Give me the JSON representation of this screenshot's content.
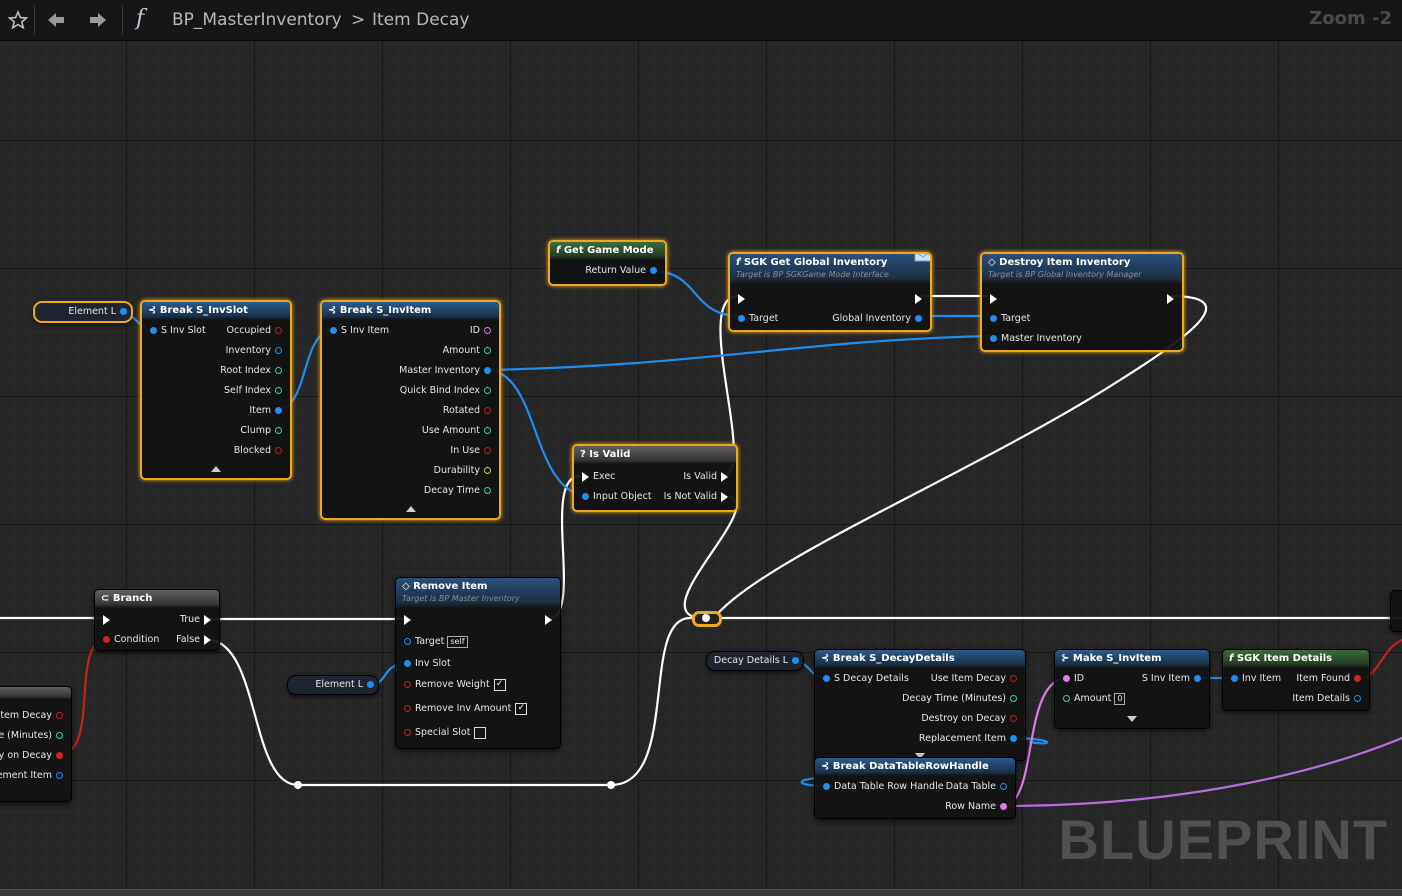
{
  "toolbar": {
    "favorite_icon": "star-icon",
    "back_icon": "arrow-left-icon",
    "forward_icon": "arrow-right-icon",
    "function_glyph": "f",
    "breadcrumb_root": "BP_MasterInventory",
    "breadcrumb_sep": ">",
    "breadcrumb_current": "Item Decay",
    "zoom": "Zoom -2"
  },
  "watermark": "BLUEPRINT",
  "nodes": {
    "element_l_top": {
      "label": "Element L"
    },
    "break_invslot": {
      "title": "Break S_InvSlot",
      "input": "S Inv Slot",
      "outputs": [
        "Occupied",
        "Inventory",
        "Root Index",
        "Self Index",
        "Item",
        "Clump",
        "Blocked"
      ]
    },
    "break_invitem": {
      "title": "Break S_InvItem",
      "input": "S Inv Item",
      "outputs": [
        "ID",
        "Amount",
        "Master Inventory",
        "Quick Bind Index",
        "Rotated",
        "Use Amount",
        "In Use",
        "Durability",
        "Decay Time"
      ]
    },
    "get_game_mode": {
      "title": "Get Game Mode",
      "output": "Return Value"
    },
    "sgk_get_global_inventory": {
      "title": "SGK Get Global Inventory",
      "subtitle": "Target is BP SGKGame Mode Interface",
      "input": "Target",
      "output": "Global Inventory"
    },
    "destroy_item_inventory": {
      "title": "Destroy Item Inventory",
      "subtitle": "Target is BP Global Inventory Manager",
      "inputs": [
        "Target",
        "Master Inventory"
      ]
    },
    "is_valid": {
      "title": "Is Valid",
      "inputs": [
        "Exec",
        "Input Object"
      ],
      "outputs": [
        "Is Valid",
        "Is Not Valid"
      ]
    },
    "branch": {
      "title": "Branch",
      "input": "Condition",
      "outputs": [
        "True",
        "False"
      ]
    },
    "remove_item": {
      "title": "Remove Item",
      "subtitle": "Target is BP Master Inventory",
      "target_label": "Target",
      "target_value": "self",
      "inputs": [
        "Inv Slot",
        "Remove Weight",
        "Remove Inv Amount",
        "Special Slot"
      ],
      "remove_weight_checked": true,
      "remove_inv_amount_checked": true,
      "special_slot_checked": false
    },
    "element_l_bottom": {
      "label": "Element L"
    },
    "left_partial": {
      "outputs": [
        "Item Decay",
        "e (Minutes)",
        "y on Decay",
        "ement Item"
      ]
    },
    "decay_details_l": {
      "label": "Decay Details L"
    },
    "break_decaydetails": {
      "title": "Break S_DecayDetails",
      "input": "S Decay Details",
      "outputs": [
        "Use Item Decay",
        "Decay Time (Minutes)",
        "Destroy on Decay",
        "Replacement Item"
      ]
    },
    "break_datatablerowhandle": {
      "title": "Break DataTableRowHandle",
      "input": "Data Table Row Handle",
      "outputs": [
        "Data Table",
        "Row Name"
      ]
    },
    "make_invitem": {
      "title": "Make S_InvItem",
      "inputs": [
        "ID",
        "Amount"
      ],
      "amount_value": "0",
      "output": "S Inv Item"
    },
    "sgk_item_details": {
      "title": "SGK Item Details",
      "input": "Inv Item",
      "outputs": [
        "Item Found",
        "Item Details"
      ]
    }
  },
  "colors": {
    "selection": "#f0a81e",
    "object_pin": "#1f8ef0",
    "int_pin": "#3fd1a1",
    "bool_pin": "#c3211f",
    "name_pin": "#e07ae8",
    "exec_wire": "#ffffff"
  }
}
